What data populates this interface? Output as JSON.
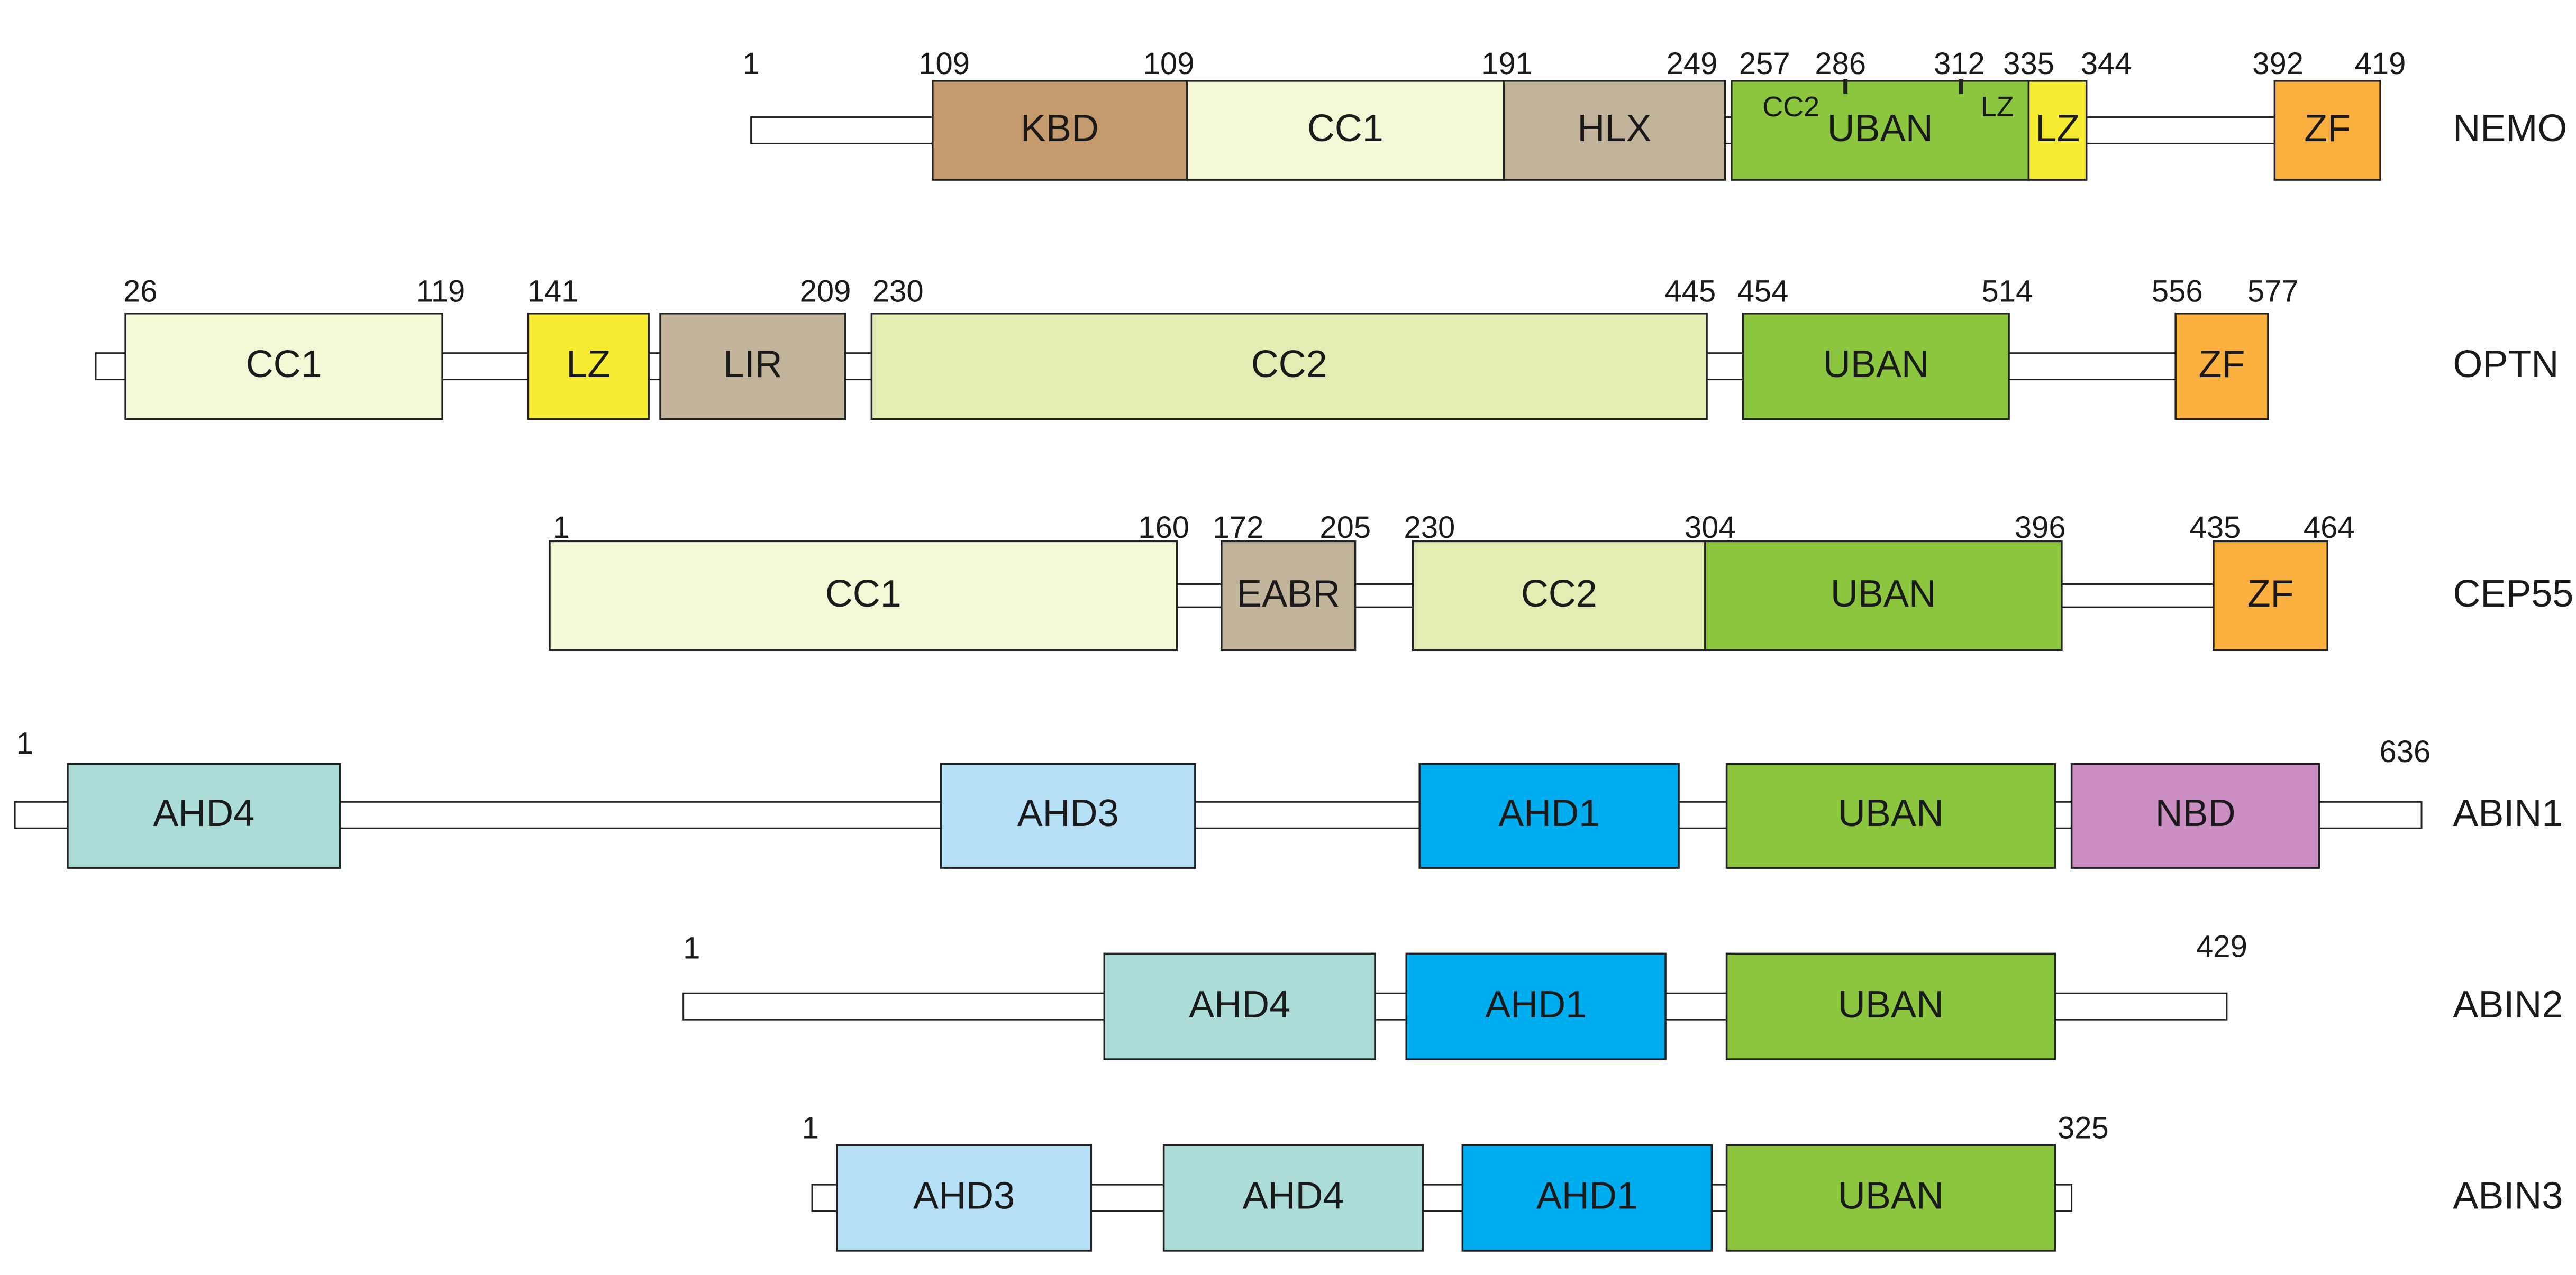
{
  "colors": {
    "KBD": "#c49a6c",
    "CC1": "#f3f7d6",
    "HLX": "#c2b49a",
    "UBAN": "#8cc63f",
    "LZ": "#f7ec31",
    "ZF": "#fbb040",
    "CC2": "#e2edb4",
    "LIR": "#c2b49a",
    "EABR": "#c2b49a",
    "AHD4": "#acdcd7",
    "AHD3": "#b5e0f6",
    "AHD1": "#00aeef",
    "NBD": "#cc8fc4",
    "line": "#ffffff"
  },
  "proteins": [
    {
      "name": "NEMO",
      "domains": [
        {
          "label": "KBD"
        },
        {
          "label": "CC1"
        },
        {
          "label": "HLX"
        },
        {
          "label": "UBAN"
        },
        {
          "label": "LZ"
        },
        {
          "label": "ZF"
        }
      ],
      "subdomain_labels": [
        "CC2",
        "LZ"
      ],
      "positions": [
        "1",
        "109",
        "109",
        "191",
        "249",
        "257",
        "286",
        "312",
        "335",
        "344",
        "392",
        "419"
      ]
    },
    {
      "name": "OPTN",
      "domains": [
        {
          "label": "CC1"
        },
        {
          "label": "LZ"
        },
        {
          "label": "LIR"
        },
        {
          "label": "CC2"
        },
        {
          "label": "UBAN"
        },
        {
          "label": "ZF"
        }
      ],
      "positions": [
        "26",
        "119",
        "141",
        "209",
        "230",
        "445",
        "454",
        "514",
        "556",
        "577"
      ]
    },
    {
      "name": "CEP55",
      "domains": [
        {
          "label": "CC1"
        },
        {
          "label": "EABR"
        },
        {
          "label": "CC2"
        },
        {
          "label": "UBAN"
        },
        {
          "label": "ZF"
        }
      ],
      "positions": [
        "1",
        "160",
        "172",
        "205",
        "230",
        "304",
        "396",
        "435",
        "464"
      ]
    },
    {
      "name": "ABIN1",
      "domains": [
        {
          "label": "AHD4"
        },
        {
          "label": "AHD3"
        },
        {
          "label": "AHD1"
        },
        {
          "label": "UBAN"
        },
        {
          "label": "NBD"
        }
      ],
      "positions": [
        "1",
        "636"
      ]
    },
    {
      "name": "ABIN2",
      "domains": [
        {
          "label": "AHD4"
        },
        {
          "label": "AHD1"
        },
        {
          "label": "UBAN"
        }
      ],
      "positions": [
        "1",
        "429"
      ]
    },
    {
      "name": "ABIN3",
      "domains": [
        {
          "label": "AHD3"
        },
        {
          "label": "AHD4"
        },
        {
          "label": "AHD1"
        },
        {
          "label": "UBAN"
        }
      ],
      "positions": [
        "1",
        "325"
      ]
    }
  ]
}
